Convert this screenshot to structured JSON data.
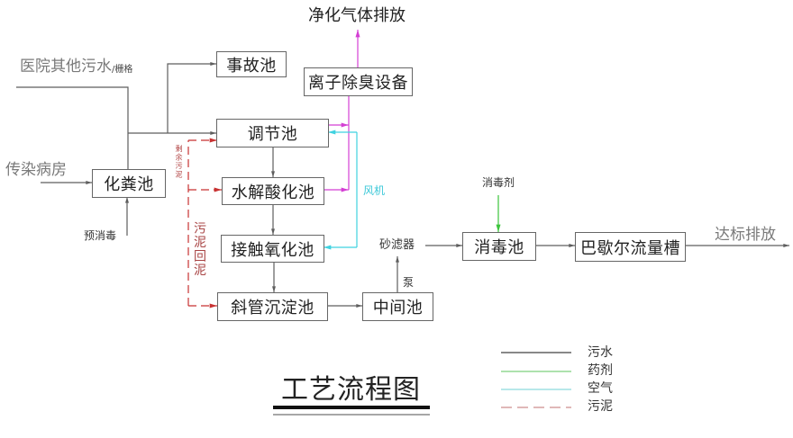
{
  "diagram": {
    "title": "工艺流程图",
    "inputs": {
      "hospital_other_sewage": "医院其他污水",
      "grille": "/栅格",
      "infectious_ward": "传染病房",
      "pre_disinfection": "预消毒"
    },
    "units": {
      "accident_pool": "事故池",
      "ion_deodorizer": "离子除臭设备",
      "regulating_pool": "调节池",
      "hydrolysis_acidification_pool": "水解酸化池",
      "contact_oxidation_pool": "接触氧化池",
      "inclined_tube_sedimentation_pool": "斜管沉淀池",
      "intermediate_pool": "中间池",
      "septic_tank": "化粪池",
      "disinfection_pool": "消毒池",
      "parshall_flume": "巴歇尔流量槽"
    },
    "labels": {
      "purified_gas_discharge": "净化气体排放",
      "blower": "风机",
      "sand_filter": "砂滤器",
      "pump": "泵",
      "disinfectant": "消毒剂",
      "compliant_discharge": "达标排放",
      "excess_sludge": "剩余污泥",
      "sludge_return": "污泥回泥"
    },
    "colors": {
      "sewage": "#5e5e5e",
      "chemical": "#3cc43c",
      "air": "#3fd2e0",
      "sludge": "#c83232",
      "odor_gas": "#d43fd4",
      "sludge_text": "#a84444"
    },
    "legend": [
      {
        "label": "污水",
        "color": "#606060",
        "style": "solid"
      },
      {
        "label": "药剂",
        "color": "#93d993",
        "style": "solid"
      },
      {
        "label": "空气",
        "color": "#9fe0e4",
        "style": "solid"
      },
      {
        "label": "污泥",
        "color": "#d6a0a0",
        "style": "dashed"
      }
    ],
    "flows": [
      {
        "from": "医院其他污水",
        "to": "调节池",
        "medium": "污水"
      },
      {
        "from": "医院其他污水",
        "to": "事故池",
        "medium": "污水"
      },
      {
        "from": "传染病房",
        "to": "化粪池",
        "medium": "污水"
      },
      {
        "from": "预消毒",
        "to": "化粪池",
        "medium": "药剂"
      },
      {
        "from": "化粪池",
        "to": "调节池",
        "medium": "污水"
      },
      {
        "from": "调节池",
        "to": "水解酸化池",
        "medium": "污水"
      },
      {
        "from": "水解酸化池",
        "to": "接触氧化池",
        "medium": "污水"
      },
      {
        "from": "接触氧化池",
        "to": "斜管沉淀池",
        "medium": "污水"
      },
      {
        "from": "斜管沉淀池",
        "to": "中间池",
        "medium": "污水"
      },
      {
        "from": "中间池",
        "to": "砂滤器",
        "medium": "污水",
        "via": "泵"
      },
      {
        "from": "砂滤器",
        "to": "消毒池",
        "medium": "污水"
      },
      {
        "from": "消毒剂",
        "to": "消毒池",
        "medium": "药剂"
      },
      {
        "from": "消毒池",
        "to": "巴歇尔流量槽",
        "medium": "污水"
      },
      {
        "from": "巴歇尔流量槽",
        "to": "达标排放",
        "medium": "污水"
      },
      {
        "from": "调节池",
        "to": "离子除臭设备",
        "medium": "臭气"
      },
      {
        "from": "水解酸化池",
        "to": "离子除臭设备",
        "medium": "臭气"
      },
      {
        "from": "离子除臭设备",
        "to": "净化气体排放",
        "medium": "臭气"
      },
      {
        "from": "风机",
        "to": "调节池",
        "medium": "空气"
      },
      {
        "from": "风机",
        "to": "接触氧化池",
        "medium": "空气"
      },
      {
        "from": "斜管沉淀池",
        "to": "调节池",
        "medium": "污泥"
      },
      {
        "from": "斜管沉淀池",
        "to": "水解酸化池",
        "medium": "污泥"
      }
    ]
  }
}
